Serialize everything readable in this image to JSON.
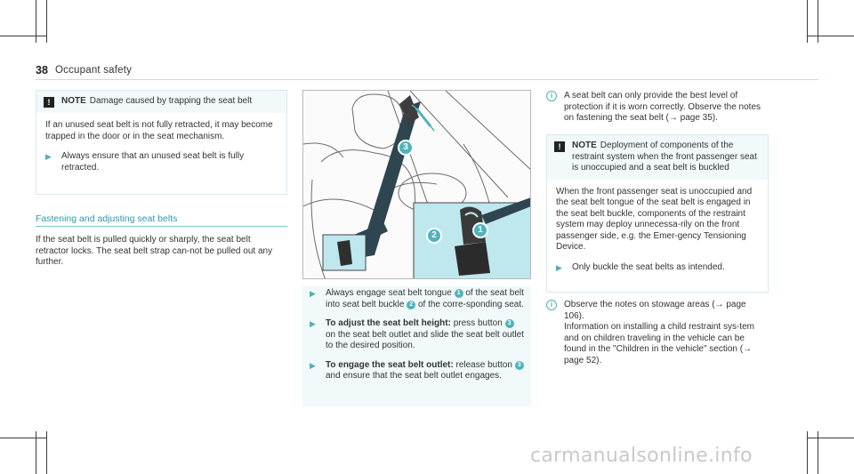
{
  "header": {
    "page_number": "38",
    "section": "Occupant safety"
  },
  "notice_left": {
    "icon": "warning-exclamation-icon",
    "label": "NOTE",
    "title": "Damage caused by trapping the seat belt",
    "body": "If an unused seat belt is not fully retracted, it may become trapped in the door or in the seat mechanism.",
    "step": "Always ensure that an unused seat belt is fully retracted."
  },
  "section_title": "Fastening and adjusting seat belts",
  "intro": "If the seat belt is pulled quickly or sharply, the seat belt retractor locks. The seat belt strap can-not be pulled out any further.",
  "figure": {
    "callouts": [
      "1",
      "2",
      "3"
    ]
  },
  "steps": [
    {
      "pre": "Always engage seat belt tongue ",
      "n1": "1",
      "mid": " of the seat belt into seat belt buckle ",
      "n2": "2",
      "post": " of the corre-sponding seat."
    },
    {
      "lead": "To adjust the seat belt height:",
      "pre": " press button ",
      "n1": "3",
      "post": " on the seat belt outlet and slide the seat belt outlet to the desired position."
    },
    {
      "lead": "To engage the seat belt outlet:",
      "pre": " release button ",
      "n1": "3",
      "post": " and ensure that the seat belt outlet engages."
    }
  ],
  "info_top": "A seat belt can only provide the best level of protection if it is worn correctly. Observe the notes on fastening the seat belt (→ page 35).",
  "notice_right": {
    "label": "NOTE",
    "title": "Deployment of components of the restraint system when the front passenger seat is unoccupied and a seat belt is buckled",
    "body": "When the front passenger seat is unoccupied and the seat belt tongue of the seat belt is engaged in the seat belt buckle, components of the restraint system may deploy unnecessa-rily on the front passenger side, e.g. the Emer-gency Tensioning Device.",
    "step": "Only buckle the seat belts as intended."
  },
  "info_bottom": {
    "line1": "Observe the notes on stowage areas (→ page 106).",
    "line2": "Information on installing a child restraint sys-tem and on children traveling in the vehicle can be found in the \"Children in the vehicle\" section (→ page 52)."
  },
  "watermark": "carmanualsonline.info",
  "colors": {
    "accent": "#4fb3bd",
    "notice_bg": "#f1f9fa",
    "inset_bg": "#bfe8ee"
  }
}
